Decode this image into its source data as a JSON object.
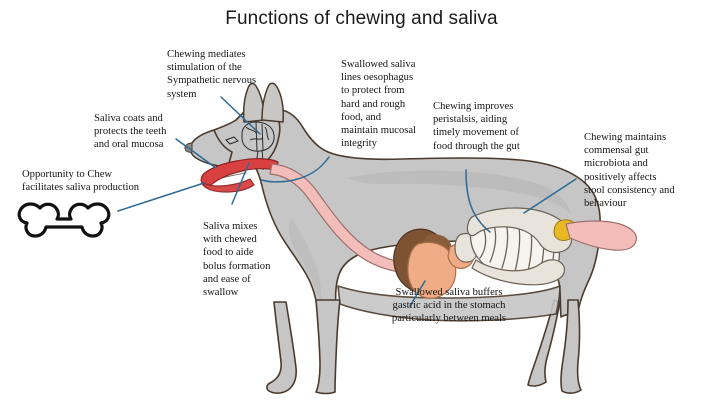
{
  "title": "Functions of chewing and saliva",
  "figure": {
    "subject": "dog-digestive-anatomy-diagram",
    "icons": {
      "bone": "bone-icon"
    },
    "organ_labels": {
      "brain": "brain",
      "tongue": "tongue",
      "oesophagus": "oesophagus",
      "stomach": "stomach",
      "liver": "liver",
      "small_intestine": "small-intestine",
      "large_intestine": "large-intestine",
      "gallbladder": "gallbladder",
      "rectum": "rectum"
    },
    "colors": {
      "lead_line": "#2d6a96",
      "body": "#c6c6c6",
      "body_outline": "#4b3b2c",
      "tongue": "#d94040",
      "oesophagus": "#f3bdb9",
      "stomach": "#f0ad85",
      "liver": "#7d5334",
      "intestine": "#f7f4ef",
      "gallbladder": "#e8b923",
      "bone_outline": "#111111",
      "title_text": "#1b1b1b",
      "caption_text": "#141414"
    }
  },
  "callouts": [
    {
      "id": "chewing-mediates",
      "text": "Chewing mediates\nstimulation of the\nSympathetic nervous\nsystem"
    },
    {
      "id": "saliva-coats",
      "text": "Saliva coats and\nprotects the teeth\nand oral mucosa"
    },
    {
      "id": "opportunity-to-chew",
      "text": "Opportunity to Chew\nfacilitates saliva production"
    },
    {
      "id": "saliva-mixes",
      "text": "Saliva mixes\nwith chewed\nfood to aide\nbolus formation\nand ease of\nswallow"
    },
    {
      "id": "swallowed-saliva-oesophagus",
      "text": "Swallowed saliva\nlines oesophagus\nto protect from\nhard and rough\nfood, and\nmaintain mucosal\nintegrity"
    },
    {
      "id": "chewing-peristalsis",
      "text": "Chewing improves\nperistalsis, aiding\ntimely movement of\nfood through the gut"
    },
    {
      "id": "chewing-microbiota",
      "text": "Chewing maintains\ncommensal gut\nmicrobiota and\npositively affects\nstool consistency and\nbehaviour"
    },
    {
      "id": "swallowed-saliva-gastric",
      "text": "Swallowed saliva buffers\ngastric acid in the stomach\nparticularly between meals"
    }
  ]
}
